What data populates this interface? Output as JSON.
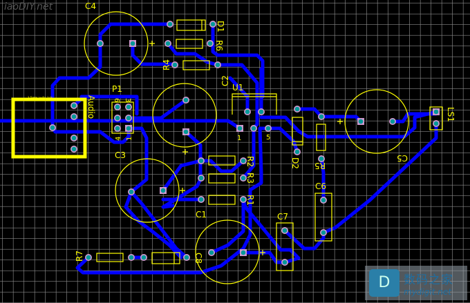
{
  "colors": {
    "background": "#000000",
    "grid": "#808080",
    "trace": "#0000ff",
    "silkscreen": "#ffff00",
    "pad": "#009999",
    "pad_ring": "#cc99cc"
  },
  "watermark_top": "iaoDIY.net",
  "watermark_bottom": {
    "chinese": "数码之家",
    "domain": "mydigit.net",
    "icon": "house-d-icon"
  },
  "components": {
    "C4": "C4",
    "D1": "D1",
    "R6": "R6",
    "R4": "R4",
    "P1": "P1",
    "audio": "Audio",
    "audio_small": "3.5mm audio jack",
    "C2": "C2",
    "U1": "U1",
    "U1_pin1": "1",
    "U1_pin5": "5",
    "D2": "D2",
    "R5": "R5",
    "C5": "C5",
    "LS1": "LS1",
    "C3": "C3",
    "R2": "R2",
    "R3": "R3",
    "R1": "R1",
    "C1": "C1",
    "C6": "C6",
    "C7": "C7",
    "C8": "C8",
    "R7": "R7",
    "P1_pin6": "6",
    "P1_pin3": "3",
    "P1_pin4": "4",
    "P1_pin1": "1"
  }
}
